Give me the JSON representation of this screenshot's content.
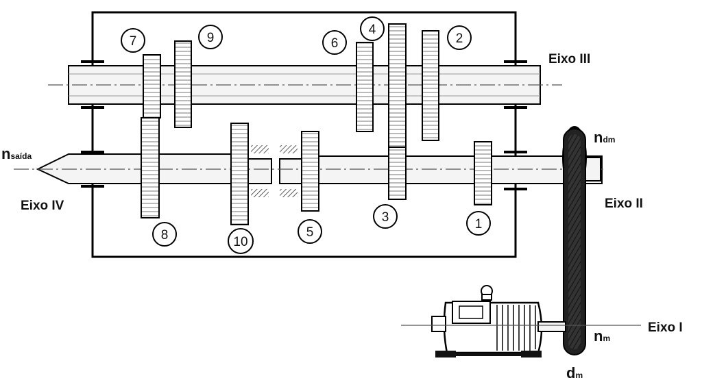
{
  "shafts": {
    "eixo_1": "Eixo I",
    "eixo_2": "Eixo II",
    "eixo_3": "Eixo III",
    "eixo_4": "Eixo IV"
  },
  "gears": {
    "g1": "1",
    "g2": "2",
    "g3": "3",
    "g4": "4",
    "g5": "5",
    "g6": "6",
    "g7": "7",
    "g8": "8",
    "g9": "9",
    "g10": "10"
  },
  "symbols": {
    "n_saida_main": "n",
    "n_saida_sub": "saída",
    "n_dm_main": "n",
    "n_dm_sub": "dm",
    "n_m_main": "n",
    "n_m_sub": "m",
    "d_m_main": "d",
    "d_m_sub": "m"
  }
}
